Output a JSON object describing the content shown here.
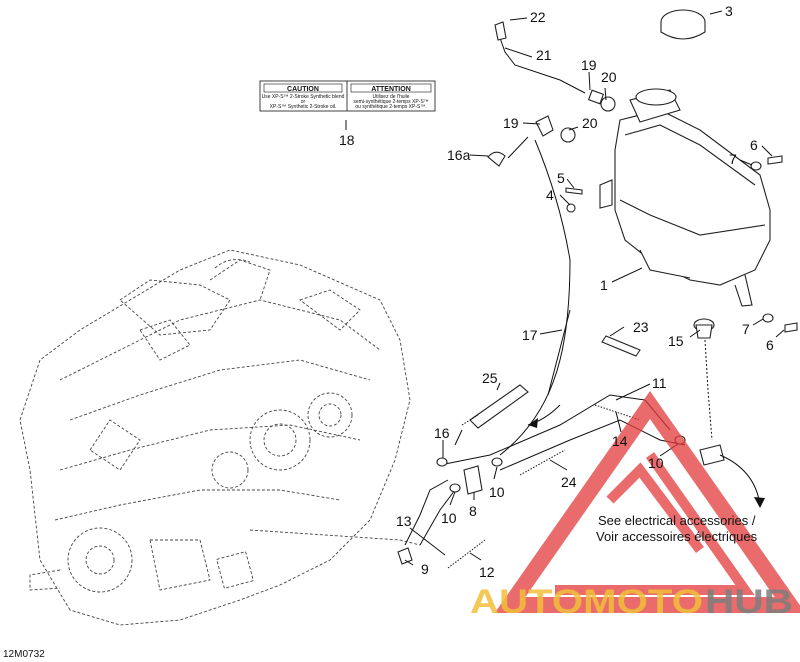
{
  "callouts": {
    "c1": "1",
    "c3": "3",
    "c4": "4",
    "c5": "5",
    "c6a": "6",
    "c6b": "6",
    "c7a": "7",
    "c7b": "7",
    "c8": "8",
    "c9": "9",
    "c10a": "10",
    "c10b": "10",
    "c10c": "10",
    "c11": "11",
    "c12": "12",
    "c13": "13",
    "c14": "14",
    "c15": "15",
    "c16": "16",
    "c16a": "16a",
    "c17": "17",
    "c18": "18",
    "c19a": "19",
    "c19b": "19",
    "c20a": "20",
    "c20b": "20",
    "c21": "21",
    "c22": "22",
    "c23": "23",
    "c24": "24",
    "c25": "25"
  },
  "note": {
    "line1": "See electrical accessories /",
    "line2": "Voir accessoires électriques"
  },
  "labels": {
    "caution_head": "CAUTION",
    "caution_l1": "Use XP-S™ 2-Stroke Synthetic blend",
    "caution_l2": "or",
    "caution_l3": "XP-S™ Synthetic 2-Stroke oil.",
    "attention_head": "ATTENTION",
    "attention_l1": "Utilisez de l'huile",
    "attention_l2": "semi-synthétique 2-temps XP-S™",
    "attention_l3": "ou synthétique 2-temps XP-S™."
  },
  "figure_code": "12M0732",
  "watermark": {
    "part1": "AUTOMOTO",
    "part2": "HUB",
    "color_primary": "#f2bf3a",
    "color_secondary": "#7d7d7d",
    "color_triangle": "#e23a3a"
  }
}
